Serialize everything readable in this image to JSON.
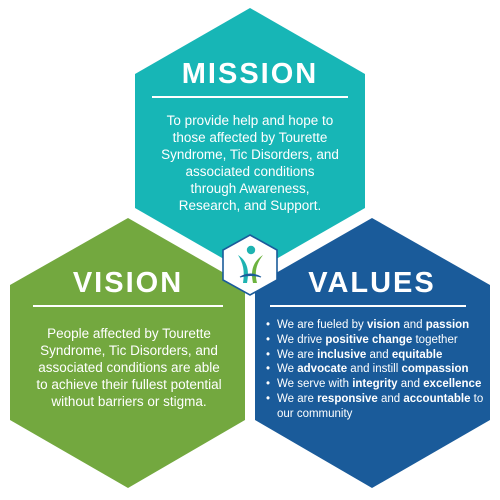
{
  "colors": {
    "mission": "#17b6b6",
    "vision": "#73a83f",
    "values": "#1a5b9a",
    "logo_teal": "#1eb3b1",
    "logo_green": "#6db33f",
    "logo_blue": "#1a5b9a"
  },
  "mission": {
    "title": "MISSION",
    "lines": [
      "To provide help and hope to",
      "those affected by Tourette",
      "Syndrome, Tic Disorders, and",
      "associated conditions",
      "through Awareness,",
      "Research, and Support."
    ]
  },
  "vision": {
    "title": "VISION",
    "lines": [
      "People affected by Tourette",
      "Syndrome, Tic Disorders, and",
      "associated conditions are able",
      "to achieve their fullest potential",
      "without barriers or stigma."
    ]
  },
  "values": {
    "title": "VALUES",
    "items": [
      {
        "parts": [
          {
            "text": "We are fueled by ",
            "bold": false
          },
          {
            "text": "vision",
            "bold": true
          },
          {
            "text": " and ",
            "bold": false
          },
          {
            "text": "passion",
            "bold": true
          }
        ]
      },
      {
        "parts": [
          {
            "text": "We drive ",
            "bold": false
          },
          {
            "text": "positive change",
            "bold": true
          },
          {
            "text": " together",
            "bold": false
          }
        ]
      },
      {
        "parts": [
          {
            "text": "We are ",
            "bold": false
          },
          {
            "text": "inclusive",
            "bold": true
          },
          {
            "text": " and ",
            "bold": false
          },
          {
            "text": "equitable",
            "bold": true
          }
        ]
      },
      {
        "parts": [
          {
            "text": "We ",
            "bold": false
          },
          {
            "text": "advocate",
            "bold": true
          },
          {
            "text": " and instill ",
            "bold": false
          },
          {
            "text": "compassion",
            "bold": true
          }
        ]
      },
      {
        "parts": [
          {
            "text": "We serve with ",
            "bold": false
          },
          {
            "text": "integrity",
            "bold": true
          },
          {
            "text": " and ",
            "bold": false
          },
          {
            "text": "excellence",
            "bold": true
          }
        ]
      },
      {
        "parts": [
          {
            "text": "We are ",
            "bold": false
          },
          {
            "text": "responsive",
            "bold": true
          },
          {
            "text": " and ",
            "bold": false
          },
          {
            "text": "accountable",
            "bold": true
          },
          {
            "text": " to our community",
            "bold": false
          }
        ]
      }
    ]
  },
  "logo": {
    "icon": "tourette-association-figure-icon"
  }
}
